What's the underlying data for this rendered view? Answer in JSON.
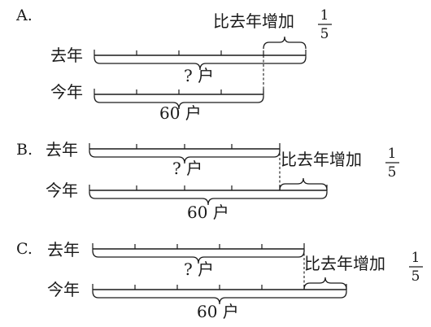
{
  "options": [
    {
      "letter": "A.",
      "row1_label": "去年",
      "row2_label": "今年",
      "row1_caption": "? 户",
      "row2_caption": "60 户",
      "increase_label": "比去年增加",
      "fraction": {
        "numerator": "1",
        "denominator": "5"
      },
      "last_year_parts": 5,
      "this_year_parts": 4
    },
    {
      "letter": "B.",
      "row1_label": "去年",
      "row2_label": "今年",
      "row1_caption": "? 户",
      "row2_caption": "60 户",
      "increase_label": "比去年增加",
      "fraction": {
        "numerator": "1",
        "denominator": "5"
      },
      "last_year_parts": 4,
      "this_year_parts": 5
    },
    {
      "letter": "C.",
      "row1_label": "去年",
      "row2_label": "今年",
      "row1_caption": "? 户",
      "row2_caption": "60 户",
      "increase_label": "比去年增加",
      "fraction": {
        "numerator": "1",
        "denominator": "5"
      },
      "last_year_parts": 5,
      "this_year_parts": 6
    }
  ]
}
